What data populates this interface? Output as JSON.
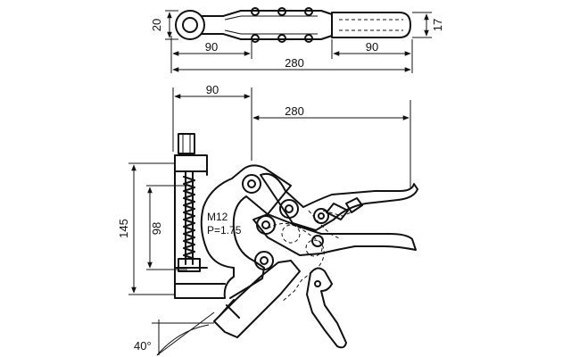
{
  "top_view": {
    "dim_height_left": "20",
    "dim_height_right": "17",
    "dim_left_length": "90",
    "dim_right_length": "90",
    "dim_total_length": "280"
  },
  "side_view": {
    "dim_top_left": "90",
    "dim_top_total": "280",
    "dim_overall_height": "145",
    "dim_jaw_opening": "98",
    "thread_size": "M12",
    "thread_pitch": "P=1.75",
    "open_angle": "40°"
  }
}
